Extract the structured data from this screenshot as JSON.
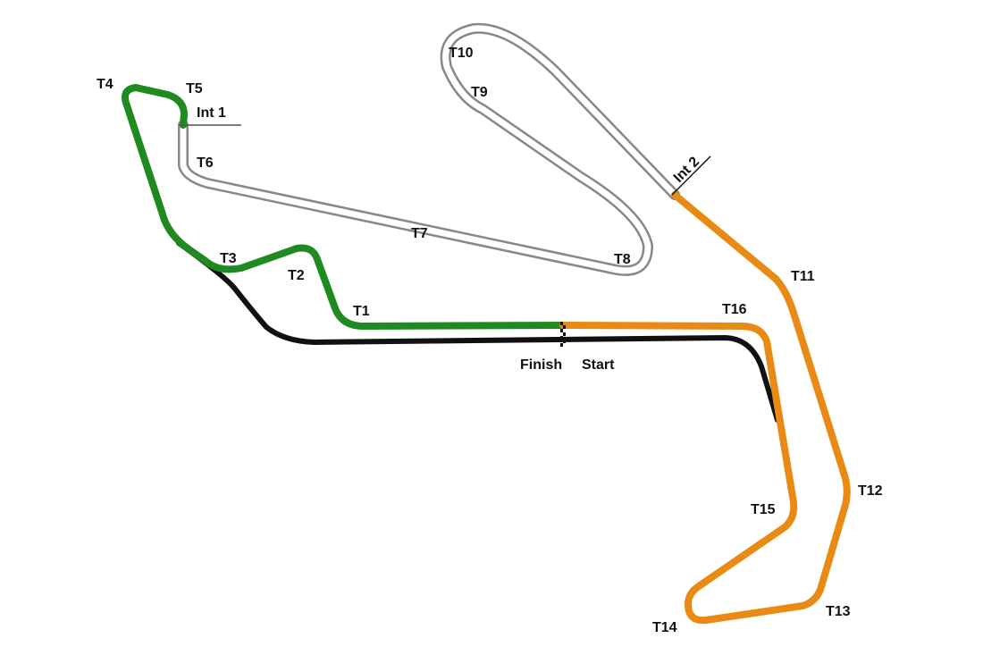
{
  "colors": {
    "sector1": "#1f8a1f",
    "sector2": "#ffffff",
    "sector3": "#e88a14",
    "track_outline": "#888888",
    "pit_lane": "#111111",
    "label": "#111111"
  },
  "corners": {
    "t1": "T1",
    "t2": "T2",
    "t3": "T3",
    "t4": "T4",
    "t5": "T5",
    "t6": "T6",
    "t7": "T7",
    "t8": "T8",
    "t9": "T9",
    "t10": "T10",
    "t11": "T11",
    "t12": "T12",
    "t13": "T13",
    "t14": "T14",
    "t15": "T15",
    "t16": "T16"
  },
  "intermediates": {
    "int1": "Int 1",
    "int2": "Int 2"
  },
  "start_finish": {
    "finish": "Finish",
    "start": "Start"
  }
}
